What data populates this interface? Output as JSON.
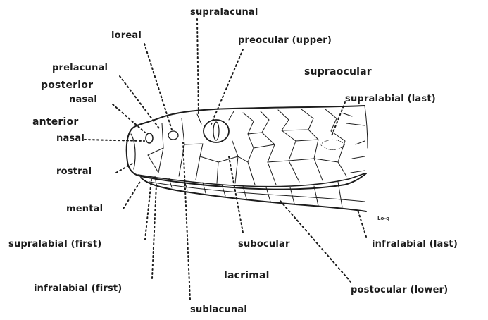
{
  "labels": {
    "supralacunal": "supralacunal",
    "loreal": "loreal",
    "preocular_upper": "preocular (upper)",
    "prelacunal": "prelacunal",
    "supraocular": "supraocular",
    "posterior": "posterior",
    "nasal_1": "nasal",
    "supralabial_last": "supralabial (last)",
    "anterior": "anterior",
    "nasal_2": "nasal",
    "rostral": "rostral",
    "mental": "mental",
    "supralabial_first": "supralabial (first)",
    "subocular": "subocular",
    "infralabial_last": "infralabial (last)",
    "lacrimal": "lacrimal",
    "infralabial_first": "infralabial (first)",
    "postocular_lower": "postocular (lower)",
    "sublacunal": "sublacunal",
    "artist_mark": "Lo-q"
  },
  "colors": {
    "ink": "#1c1c1c",
    "paper": "#ffffff"
  }
}
